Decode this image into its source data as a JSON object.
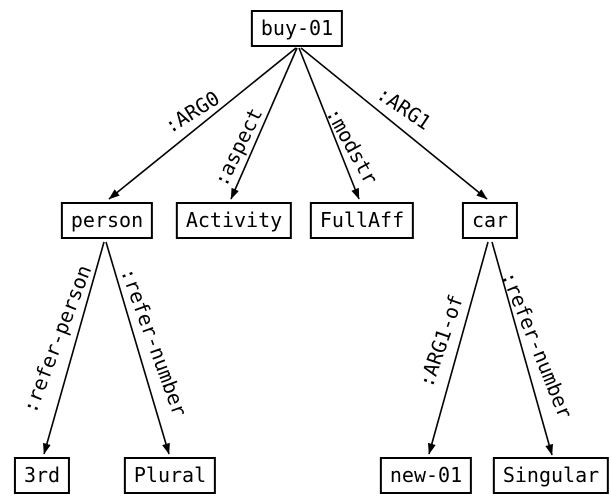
{
  "diagram": {
    "type": "amr-graph",
    "colors": {
      "stroke": "#000000",
      "text": "#000000",
      "background": "#ffffff"
    },
    "nodes": [
      {
        "id": "buy-01",
        "label": "buy-01"
      },
      {
        "id": "person",
        "label": "person"
      },
      {
        "id": "activity",
        "label": "Activity"
      },
      {
        "id": "fullaff",
        "label": "FullAff"
      },
      {
        "id": "car",
        "label": "car"
      },
      {
        "id": "3rd",
        "label": "3rd"
      },
      {
        "id": "plural",
        "label": "Plural"
      },
      {
        "id": "new-01",
        "label": "new-01"
      },
      {
        "id": "singular",
        "label": "Singular"
      }
    ],
    "edges": [
      {
        "from": "buy-01",
        "to": "person",
        "label": ":ARG0"
      },
      {
        "from": "buy-01",
        "to": "activity",
        "label": ":aspect"
      },
      {
        "from": "buy-01",
        "to": "fullaff",
        "label": ":modstr"
      },
      {
        "from": "buy-01",
        "to": "car",
        "label": ":ARG1"
      },
      {
        "from": "person",
        "to": "3rd",
        "label": ":refer-person"
      },
      {
        "from": "person",
        "to": "plural",
        "label": ":refer-number"
      },
      {
        "from": "car",
        "to": "new-01",
        "label": ":ARG1-of"
      },
      {
        "from": "car",
        "to": "singular",
        "label": ":refer-number"
      }
    ]
  }
}
